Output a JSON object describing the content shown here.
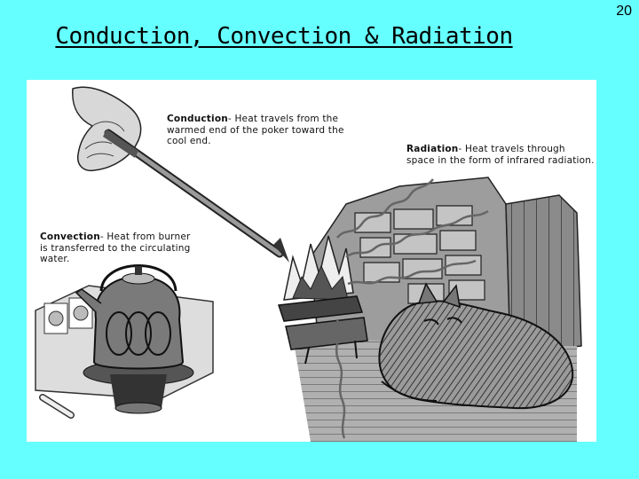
{
  "slide": {
    "number": "20",
    "title": "Conduction, Convection & Radiation"
  },
  "figure": {
    "captions": {
      "conduction": {
        "term": "Conduction",
        "text": "- Heat travels from the warmed end of the poker toward the cool end."
      },
      "radiation": {
        "term": "Radiation",
        "text": "- Heat travels through space in the form of infrared radiation."
      },
      "convection": {
        "term": "Convection",
        "text": "- Heat from burner is transferred to the circulating water."
      }
    }
  }
}
